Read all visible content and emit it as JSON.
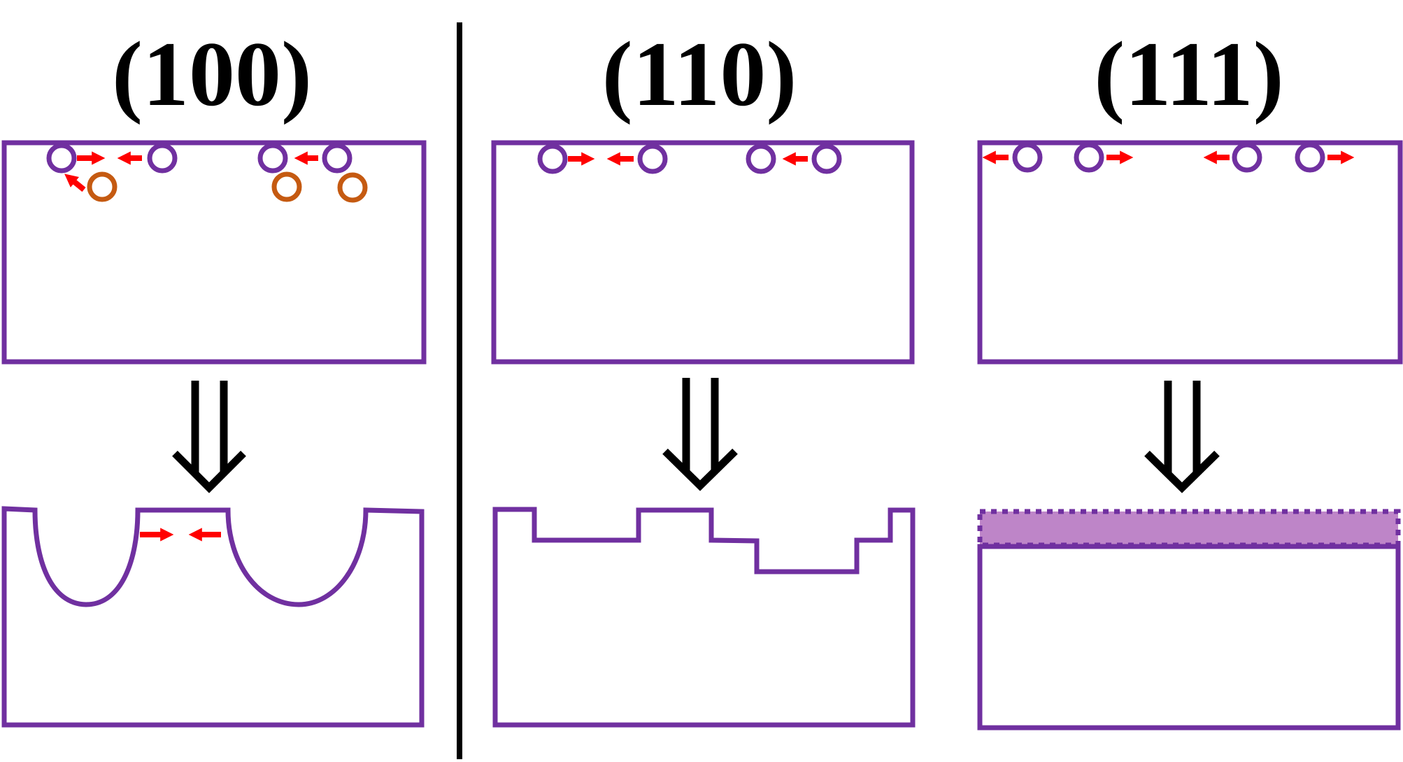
{
  "panels": [
    {
      "id": "100",
      "label": "(100)"
    },
    {
      "id": "110",
      "label": "(110)"
    },
    {
      "id": "111",
      "label": "(111)"
    }
  ],
  "colors": {
    "surface": "#7030a0",
    "adatom": "#c55a11",
    "movement_arrow": "#ff0000",
    "deposited_layer": "#be85c8",
    "divider": "#000000"
  },
  "icons": {
    "surface_atom": "purple-ring",
    "adatom": "orange-ring",
    "movement": "red-arrow",
    "transition": "double-down-arrow"
  }
}
